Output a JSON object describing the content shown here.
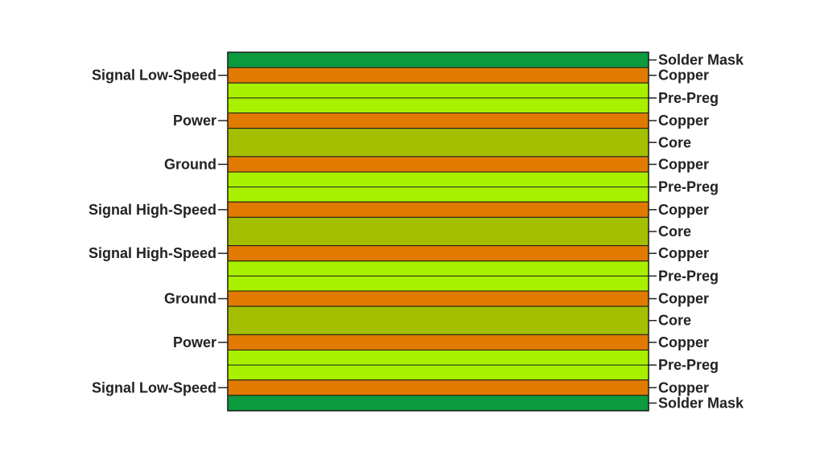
{
  "colors": {
    "solder_mask": "#0c9a3e",
    "copper": "#e07a00",
    "pre_preg": "#a8f000",
    "core": "#a4bf00",
    "outline": "#1a1a1a",
    "text": "#222222"
  },
  "layers": [
    {
      "type": "solder_mask",
      "material": "Solder Mask",
      "function": ""
    },
    {
      "type": "copper",
      "material": "Copper",
      "function": "Signal Low-Speed"
    },
    {
      "type": "pre_preg",
      "material": "Pre-Preg",
      "function": ""
    },
    {
      "type": "copper",
      "material": "Copper",
      "function": "Power"
    },
    {
      "type": "core",
      "material": "Core",
      "function": ""
    },
    {
      "type": "copper",
      "material": "Copper",
      "function": "Ground"
    },
    {
      "type": "pre_preg",
      "material": "Pre-Preg",
      "function": ""
    },
    {
      "type": "copper",
      "material": "Copper",
      "function": "Signal High-Speed"
    },
    {
      "type": "core",
      "material": "Core",
      "function": ""
    },
    {
      "type": "copper",
      "material": "Copper",
      "function": "Signal High-Speed"
    },
    {
      "type": "pre_preg",
      "material": "Pre-Preg",
      "function": ""
    },
    {
      "type": "copper",
      "material": "Copper",
      "function": "Ground"
    },
    {
      "type": "core",
      "material": "Core",
      "function": ""
    },
    {
      "type": "copper",
      "material": "Copper",
      "function": "Power"
    },
    {
      "type": "pre_preg",
      "material": "Pre-Preg",
      "function": ""
    },
    {
      "type": "copper",
      "material": "Copper",
      "function": "Signal Low-Speed"
    },
    {
      "type": "solder_mask",
      "material": "Solder Mask",
      "function": ""
    }
  ]
}
